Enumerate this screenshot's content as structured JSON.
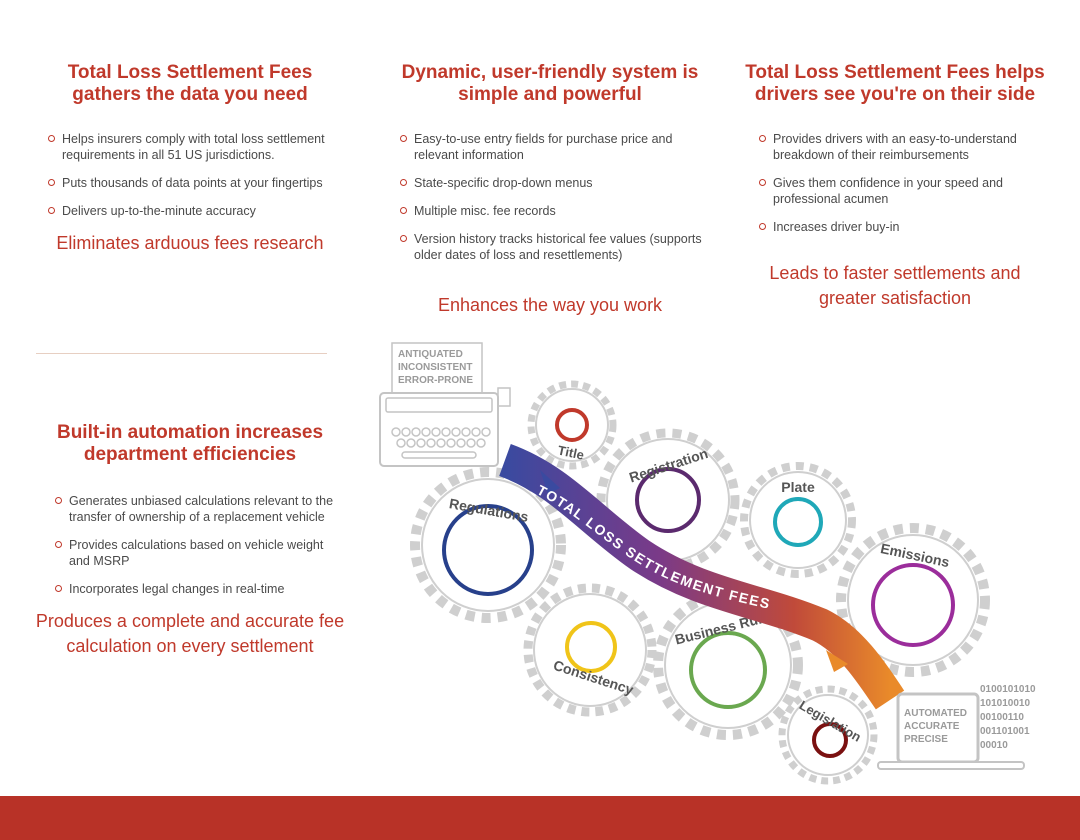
{
  "column1": {
    "heading": "Total Loss Settlement Fees gathers the data you need",
    "bullets": [
      "Helps insurers comply with total loss settlement requirements in all 51 US jurisdictions.",
      "Puts thousands of data points at your fingertips",
      "Delivers up-to-the-minute accuracy"
    ],
    "tagline": "Eliminates arduous fees research"
  },
  "column2": {
    "heading": "Dynamic, user-friendly system is simple and powerful",
    "bullets": [
      "Easy-to-use entry fields for purchase price and relevant information",
      "State-specific drop-down menus",
      "Multiple misc. fee records",
      "Version history tracks historical fee values (supports older dates of loss and resettlements)"
    ],
    "tagline": "Enhances the way you work"
  },
  "column3": {
    "heading": "Total Loss Settlement Fees helps drivers see you're on their side",
    "bullets": [
      "Provides drivers with an easy-to-understand breakdown of their reimbursements",
      "Gives them confidence in your speed and professional acumen",
      "Increases driver buy-in"
    ],
    "tagline": "Leads to faster settlements and greater satisfaction"
  },
  "column4": {
    "heading": "Built-in automation increases department efficiencies",
    "bullets": [
      "Generates unbiased calculations relevant to the transfer of ownership of a replacement vehicle",
      "Provides calculations based on vehicle weight and MSRP",
      "Incorporates legal changes in real-time"
    ],
    "tagline": "Produces a complete and accurate fee calculation on every settlement"
  },
  "diagram": {
    "typewriter_lines": [
      "ANTIQUATED",
      "INCONSISTENT",
      "ERROR-PRONE"
    ],
    "laptop_lines": [
      "AUTOMATED",
      "ACCURATE",
      "PRECISE"
    ],
    "binary_lines": [
      "0100101010",
      "101010010",
      "00100110",
      "001101001",
      "00010"
    ],
    "ribbon_text": "TOTAL LOSS SETTLEMENT FEES",
    "gears": [
      {
        "label": "Title",
        "color": "#c0392b"
      },
      {
        "label": "Registration",
        "color": "#5b2a6e"
      },
      {
        "label": "Plate",
        "color": "#1fa8b8"
      },
      {
        "label": "Regulations",
        "color": "#27408b"
      },
      {
        "label": "Emissions",
        "color": "#9b2d9b"
      },
      {
        "label": "Consistency",
        "color": "#f0c419"
      },
      {
        "label": "Business Rules",
        "color": "#6aa84f"
      },
      {
        "label": "Legislation",
        "color": "#7a1010"
      }
    ]
  }
}
